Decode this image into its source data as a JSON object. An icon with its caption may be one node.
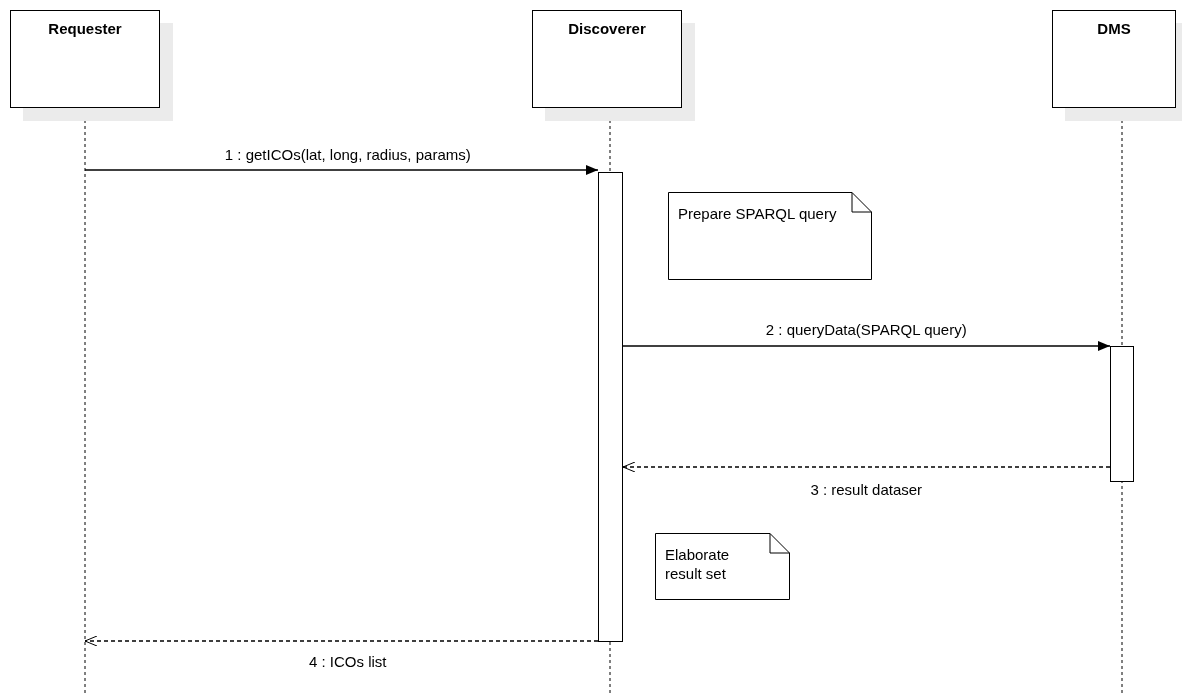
{
  "diagram": {
    "nodes": [
      {
        "text": [
          "Requester"
        ]
      },
      {
        "text": [
          "Discoverer"
        ]
      },
      {
        "text": [
          "DMS"
        ]
      },
      {
        "text": [],
        "shape": "bar",
        "in": 1
      },
      {
        "text": [],
        "shape": "bar",
        "in": 2
      },
      {
        "text": [
          "Prepare SPARQL query"
        ]
      },
      {
        "text": [
          "Elaborate result set"
        ]
      }
    ],
    "edges": [
      {
        "from": 0,
        "to": 3,
        "arrow": "to",
        "label": "1 : getICOs(lat, long, radius, params)"
      },
      {
        "from": 3,
        "to": 4,
        "arrow": "to",
        "label": "2 : queryData(SPARQL query)"
      },
      {
        "from": 4,
        "to": 3,
        "arrow": "to",
        "label": "3 : result dataser",
        "style": "dashed"
      },
      {
        "from": 3,
        "to": 0,
        "arrow": "to",
        "label": "4 : ICOs list",
        "style": "dashed"
      }
    ]
  }
}
